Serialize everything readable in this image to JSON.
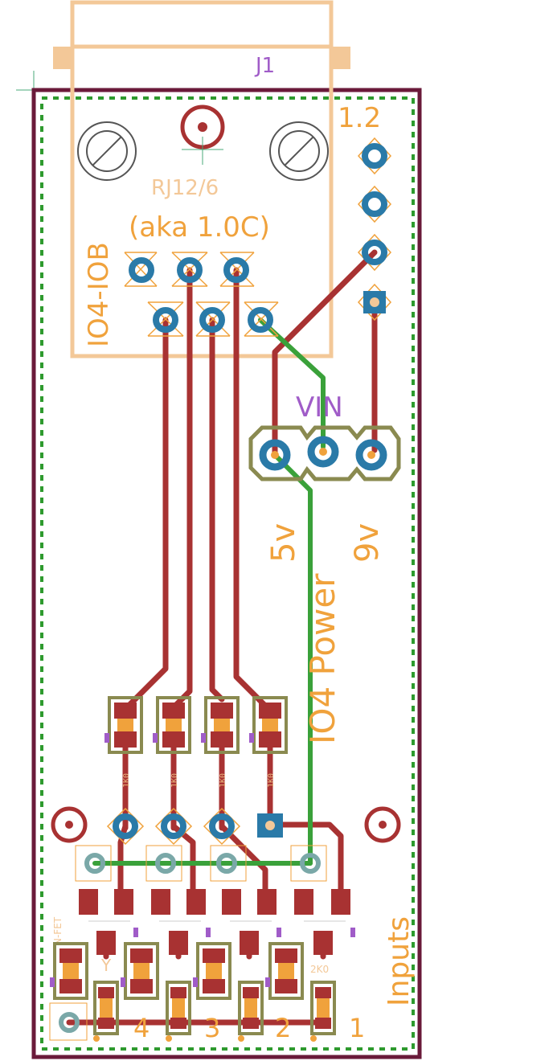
{
  "board": {
    "ref_connector": "J1",
    "connector_value": "RJ12/6",
    "version": "1.2",
    "board_name": "IO4-IOB",
    "aka": "(aka 1.0C)",
    "vin_label": "VIN",
    "label_5v": "5v",
    "label_9v": "9v",
    "power_label": "IO4 Power",
    "inputs_label": "Inputs",
    "fet_label": "N-FET",
    "y_label": "Y",
    "resistor_value": "2K0",
    "resistor_small": "1K0",
    "pad_numbers": [
      "4",
      "3",
      "2",
      "1"
    ]
  },
  "colors": {
    "board_outline": "#6a1a3a",
    "silkscreen": "#f0a23c",
    "copper_top": "#a83232",
    "copper_bottom": "#3aa13a",
    "pad": "#2a7aa8",
    "label_purple": "#a05cc8",
    "keepout": "#2e9a2e"
  }
}
